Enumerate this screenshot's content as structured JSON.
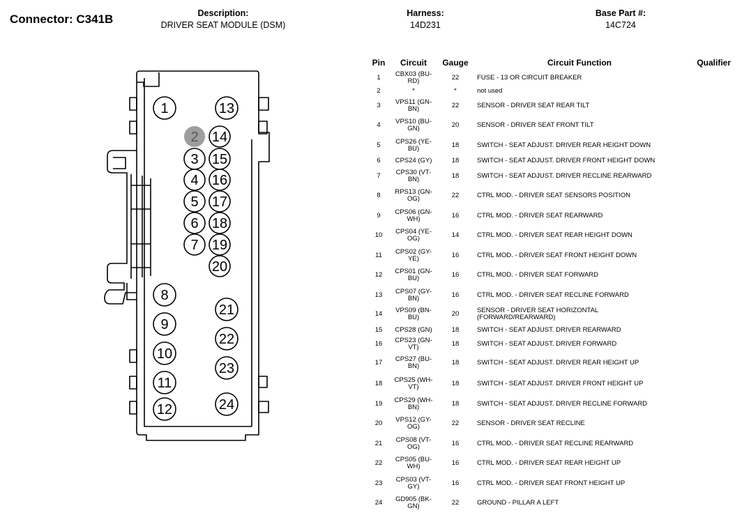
{
  "header": {
    "connector_label": "Connector: C341B",
    "description_label": "Description:",
    "description_value": "DRIVER SEAT MODULE (DSM)",
    "harness_label": "Harness:",
    "harness_value": "14D231",
    "base_part_label": "Base Part #:",
    "base_part_value": "14C724"
  },
  "connector": {
    "cavities": [
      "1",
      "2",
      "3",
      "4",
      "5",
      "6",
      "7",
      "8",
      "9",
      "10",
      "11",
      "12",
      "13",
      "14",
      "15",
      "16",
      "17",
      "18",
      "19",
      "20",
      "21",
      "22",
      "23",
      "24"
    ],
    "highlighted_cavity": "2",
    "highlight_color": "#9e9e9e"
  },
  "table": {
    "columns": [
      "Pin",
      "Circuit",
      "Gauge",
      "Circuit Function",
      "Qualifier"
    ],
    "rows": [
      {
        "pin": "1",
        "circuit": [
          "CBX03 (BU-",
          "RD)"
        ],
        "gauge": "22",
        "function": [
          "FUSE - 13 OR CIRCUIT BREAKER"
        ],
        "qualifier": ""
      },
      {
        "pin": "2",
        "circuit": [
          "*"
        ],
        "gauge": "*",
        "function": [
          "not used"
        ],
        "qualifier": ""
      },
      {
        "pin": "3",
        "circuit": [
          "VPS11 (GN-",
          "BN)"
        ],
        "gauge": "22",
        "function": [
          "SENSOR - DRIVER SEAT REAR TILT"
        ],
        "qualifier": ""
      },
      {
        "pin": "4",
        "circuit": [
          "VPS10 (BU-",
          "GN)"
        ],
        "gauge": "20",
        "function": [
          "SENSOR - DRIVER SEAT FRONT TILT"
        ],
        "qualifier": ""
      },
      {
        "pin": "5",
        "circuit": [
          "CPS26 (YE-",
          "BU)"
        ],
        "gauge": "18",
        "function": [
          "SWITCH - SEAT ADJUST. DRIVER REAR HEIGHT DOWN"
        ],
        "qualifier": ""
      },
      {
        "pin": "6",
        "circuit": [
          "CPS24 (GY)"
        ],
        "gauge": "18",
        "function": [
          "SWITCH - SEAT ADJUST. DRIVER FRONT HEIGHT DOWN"
        ],
        "qualifier": ""
      },
      {
        "pin": "7",
        "circuit": [
          "CPS30 (VT-",
          "BN)"
        ],
        "gauge": "18",
        "function": [
          "SWITCH - SEAT ADJUST. DRIVER RECLINE REARWARD"
        ],
        "qualifier": ""
      },
      {
        "pin": "8",
        "circuit": [
          "RPS13 (GN-",
          "OG)"
        ],
        "gauge": "22",
        "function": [
          "CTRL MOD. - DRIVER SEAT SENSORS POSITION"
        ],
        "qualifier": ""
      },
      {
        "pin": "9",
        "circuit": [
          "CPS06 (GN-",
          "WH)"
        ],
        "gauge": "16",
        "function": [
          "CTRL MOD. - DRIVER SEAT REARWARD"
        ],
        "qualifier": ""
      },
      {
        "pin": "10",
        "circuit": [
          "CPS04 (YE-",
          "OG)"
        ],
        "gauge": "14",
        "function": [
          "CTRL MOD. - DRIVER SEAT REAR HEIGHT DOWN"
        ],
        "qualifier": ""
      },
      {
        "pin": "11",
        "circuit": [
          "CPS02 (GY-",
          "YE)"
        ],
        "gauge": "16",
        "function": [
          "CTRL MOD. - DRIVER SEAT FRONT HEIGHT DOWN"
        ],
        "qualifier": ""
      },
      {
        "pin": "12",
        "circuit": [
          "CPS01 (GN-",
          "BU)"
        ],
        "gauge": "16",
        "function": [
          "CTRL MOD. - DRIVER SEAT FORWARD"
        ],
        "qualifier": ""
      },
      {
        "pin": "13",
        "circuit": [
          "CPS07 (GY-",
          "BN)"
        ],
        "gauge": "16",
        "function": [
          "CTRL MOD. - DRIVER SEAT RECLINE FORWARD"
        ],
        "qualifier": ""
      },
      {
        "pin": "14",
        "circuit": [
          "VPS09 (BN-",
          "BU)"
        ],
        "gauge": "20",
        "function": [
          "SENSOR - DRIVER SEAT HORIZONTAL",
          "(FORWARD/REARWARD)"
        ],
        "qualifier": ""
      },
      {
        "pin": "15",
        "circuit": [
          "CPS28 (GN)"
        ],
        "gauge": "18",
        "function": [
          "SWITCH - SEAT ADJUST. DRIVER REARWARD"
        ],
        "qualifier": ""
      },
      {
        "pin": "16",
        "circuit": [
          "CPS23 (GN-",
          "VT)"
        ],
        "gauge": "18",
        "function": [
          "SWITCH - SEAT ADJUST. DRIVER FORWARD"
        ],
        "qualifier": ""
      },
      {
        "pin": "17",
        "circuit": [
          "CPS27 (BU-",
          "BN)"
        ],
        "gauge": "18",
        "function": [
          "SWITCH - SEAT ADJUST. DRIVER REAR HEIGHT UP"
        ],
        "qualifier": ""
      },
      {
        "pin": "18",
        "circuit": [
          "CPS25 (WH-",
          "VT)"
        ],
        "gauge": "18",
        "function": [
          "SWITCH - SEAT ADJUST. DRIVER FRONT HEIGHT UP"
        ],
        "qualifier": ""
      },
      {
        "pin": "19",
        "circuit": [
          "CPS29 (WH-",
          "BN)"
        ],
        "gauge": "18",
        "function": [
          "SWITCH - SEAT ADJUST. DRIVER RECLINE FORWARD"
        ],
        "qualifier": ""
      },
      {
        "pin": "20",
        "circuit": [
          "VPS12 (GY-",
          "OG)"
        ],
        "gauge": "22",
        "function": [
          "SENSOR - DRIVER SEAT RECLINE"
        ],
        "qualifier": ""
      },
      {
        "pin": "21",
        "circuit": [
          "CPS08 (VT-",
          "OG)"
        ],
        "gauge": "16",
        "function": [
          "CTRL MOD. - DRIVER SEAT RECLINE REARWARD"
        ],
        "qualifier": ""
      },
      {
        "pin": "22",
        "circuit": [
          "CPS05 (BU-",
          "WH)"
        ],
        "gauge": "16",
        "function": [
          "CTRL MOD. - DRIVER SEAT REAR HEIGHT UP"
        ],
        "qualifier": ""
      },
      {
        "pin": "23",
        "circuit": [
          "CPS03 (VT-",
          "GY)"
        ],
        "gauge": "16",
        "function": [
          "CTRL MOD. - DRIVER SEAT FRONT HEIGHT UP"
        ],
        "qualifier": ""
      },
      {
        "pin": "24",
        "circuit": [
          "GD905 (BK-",
          "GN)"
        ],
        "gauge": "22",
        "function": [
          "GROUND - PILLAR A LEFT"
        ],
        "qualifier": ""
      }
    ]
  }
}
